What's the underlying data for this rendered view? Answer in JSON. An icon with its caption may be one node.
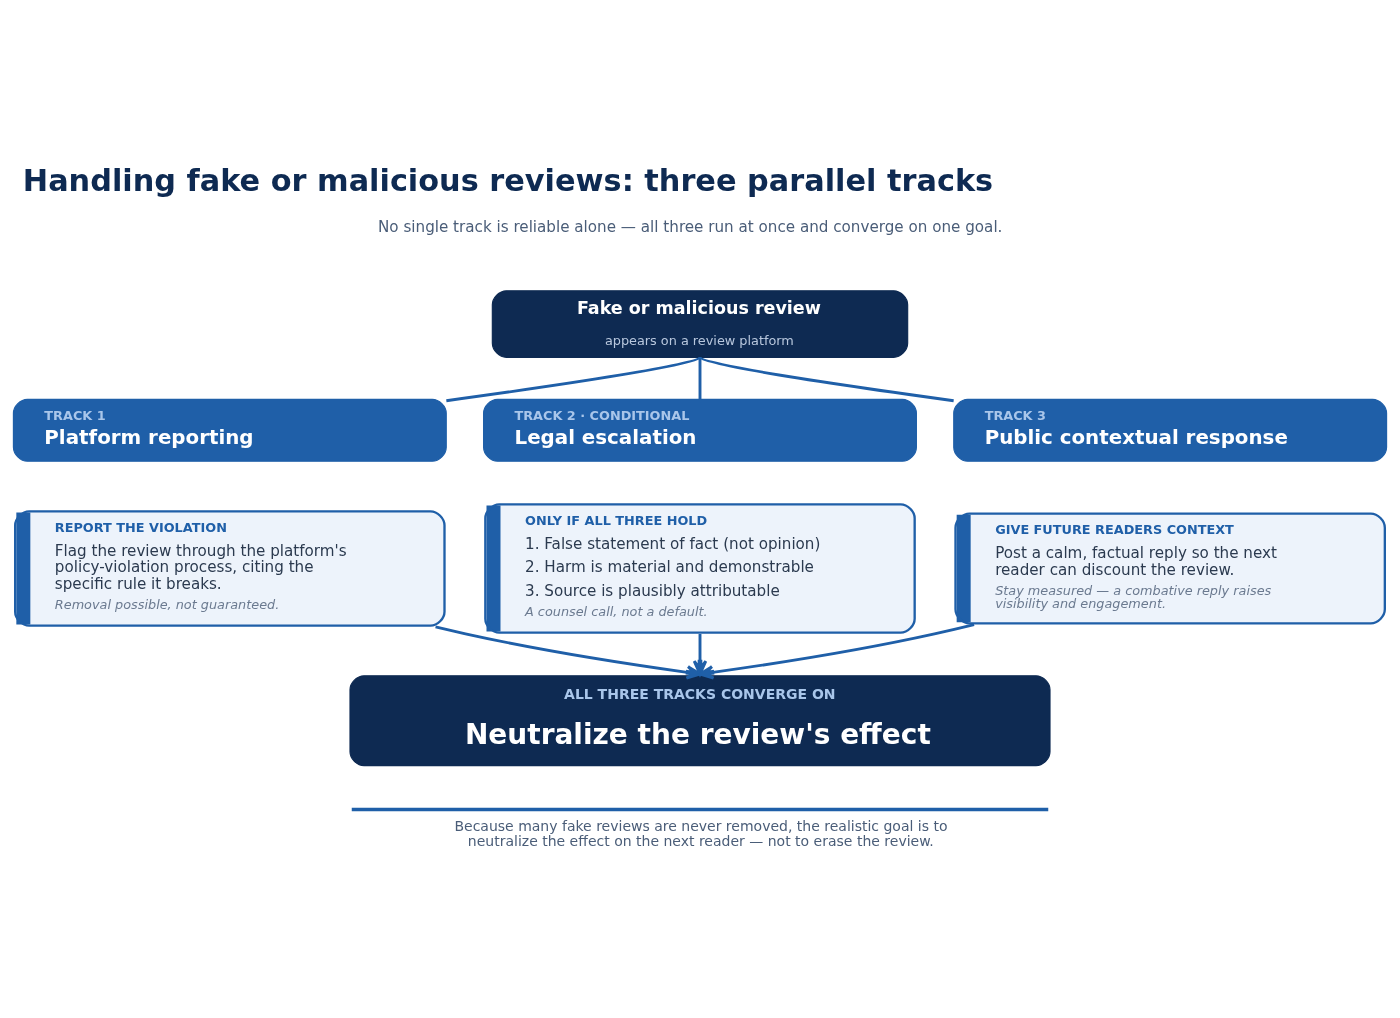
{
  "diagram": {
    "title": "Handling fake or malicious reviews: three parallel tracks",
    "caption": "Because many fake reviews are never removed, the realistic goal is to neutralize the effect on the next reader — not to erase the review.",
    "nodes": [
      {
        "text": [
          "Fake or malicious review",
          "appears on a review platform"
        ]
      },
      {
        "text": [
          "TRACK 1",
          "Platform reporting"
        ]
      },
      {
        "text": [
          "TRACK 2 · CONDITIONAL",
          "Legal escalation"
        ]
      },
      {
        "text": [
          "TRACK 3",
          "Public contextual response"
        ]
      },
      {
        "text": [
          "REPORT THE VIOLATION",
          "Flag the review through the platform's policy-violation process, citing the specific rule it breaks.",
          "Removal possible, not guaranteed."
        ]
      },
      {
        "text": [
          "ONLY IF ALL THREE HOLD",
          "1. False statement of fact (not opinion)",
          "2. Harm is material and demonstrable",
          "3. Source is plausibly attributable",
          "A counsel call, not a default."
        ]
      },
      {
        "text": [
          "GIVE FUTURE READERS CONTEXT",
          "Post a calm, factual reply so the next reader can discount the review.",
          "Stay measured — a combative reply raises visibility and engagement."
        ]
      },
      {
        "text": [
          "ALL THREE TRACKS CONVERGE ON",
          "Neutralize the review's effect"
        ]
      }
    ],
    "edges": [
      {
        "from": 0,
        "to": 1,
        "arrow": "none"
      },
      {
        "from": 0,
        "to": 2,
        "arrow": "none"
      },
      {
        "from": 0,
        "to": 3,
        "arrow": "none"
      },
      {
        "from": 4,
        "to": 7,
        "arrow": "to"
      },
      {
        "from": 5,
        "to": 7,
        "arrow": "to"
      },
      {
        "from": 6,
        "to": 7,
        "arrow": "to"
      }
    ],
    "labels": [
      "No single track is reliable alone — all three run at once and converge on one goal."
    ]
  }
}
